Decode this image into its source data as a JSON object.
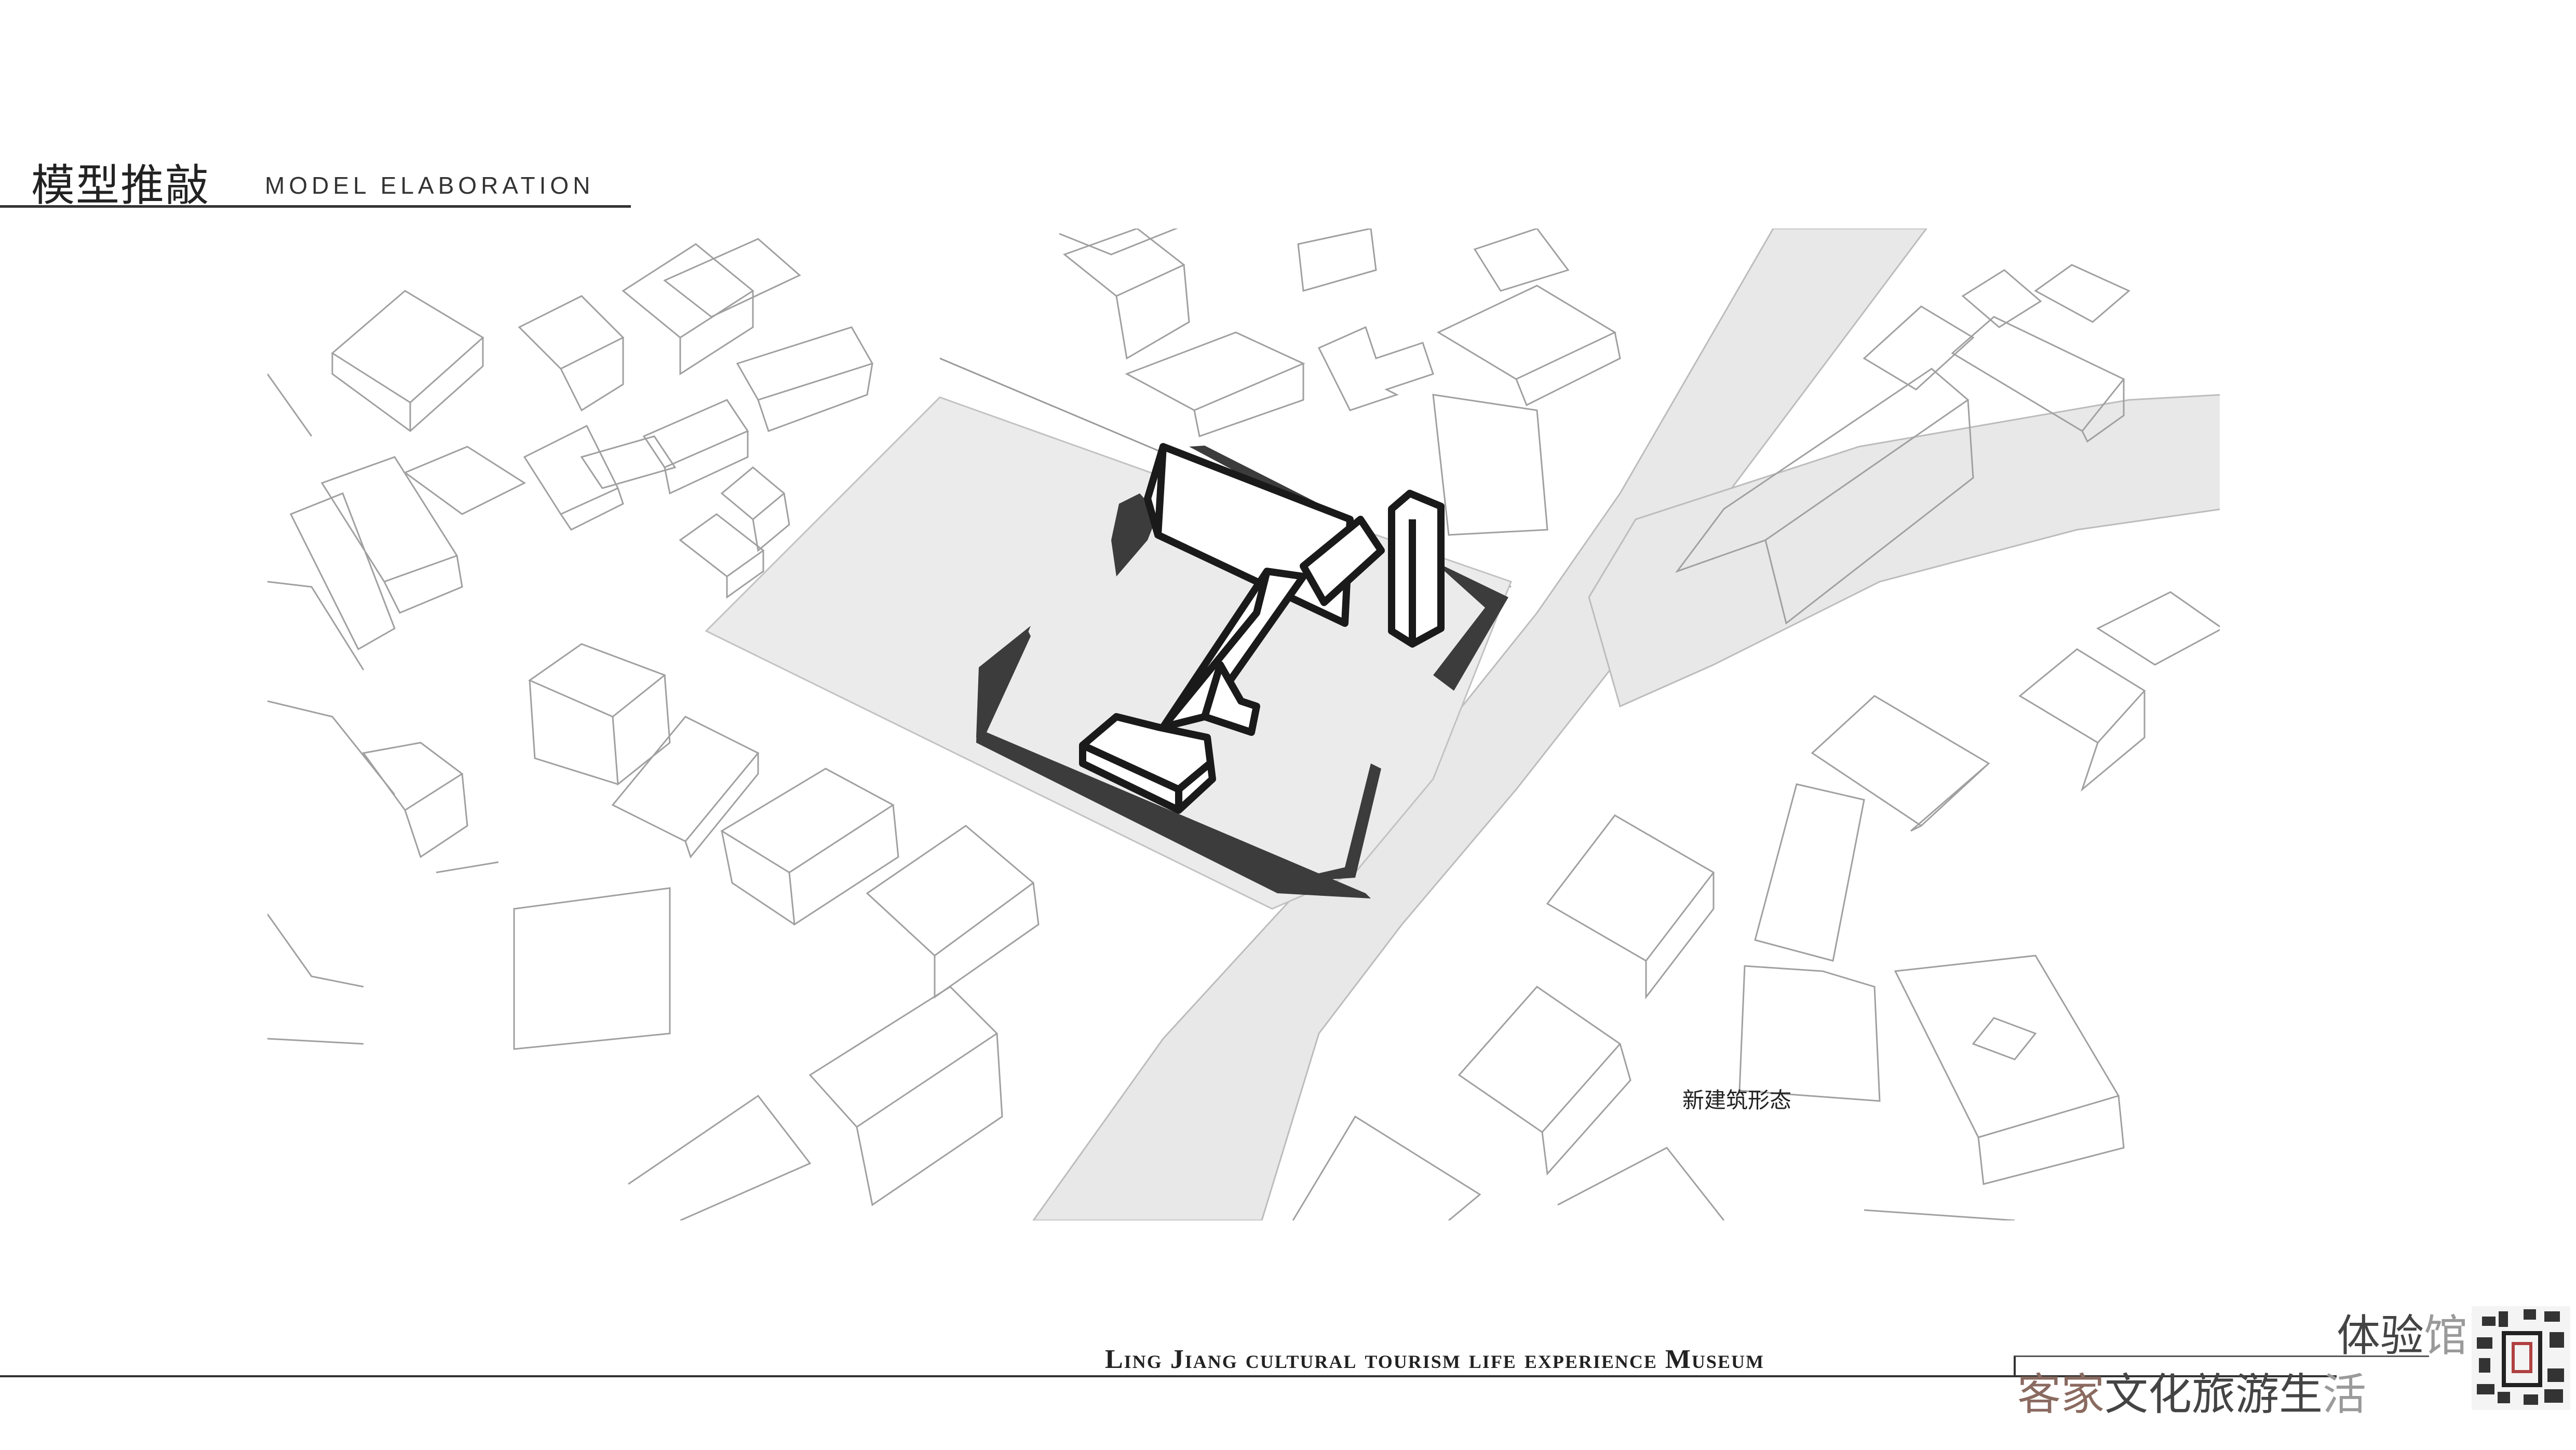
{
  "header": {
    "title_zh": "模型推敲",
    "title_en": "MODEL ELABORATION"
  },
  "diagram": {
    "caption": "新建筑形态",
    "colors": {
      "background": "#ffffff",
      "context_outline": "#9a9a9a",
      "road_fill": "#e8e8e8",
      "site_fill": "#ebebeb",
      "new_building_stroke": "#1a1a1a",
      "site_wall": "#3c3c3c"
    }
  },
  "footer": {
    "title_en": "Ling Jiang cultural tourism life experience Museum",
    "slogan_part1": "体验",
    "slogan_part2": "馆",
    "slogan_part3": "客家",
    "slogan_part4": "文化旅游生",
    "slogan_part5": "活",
    "logo": "building-plan-logo-icon"
  }
}
